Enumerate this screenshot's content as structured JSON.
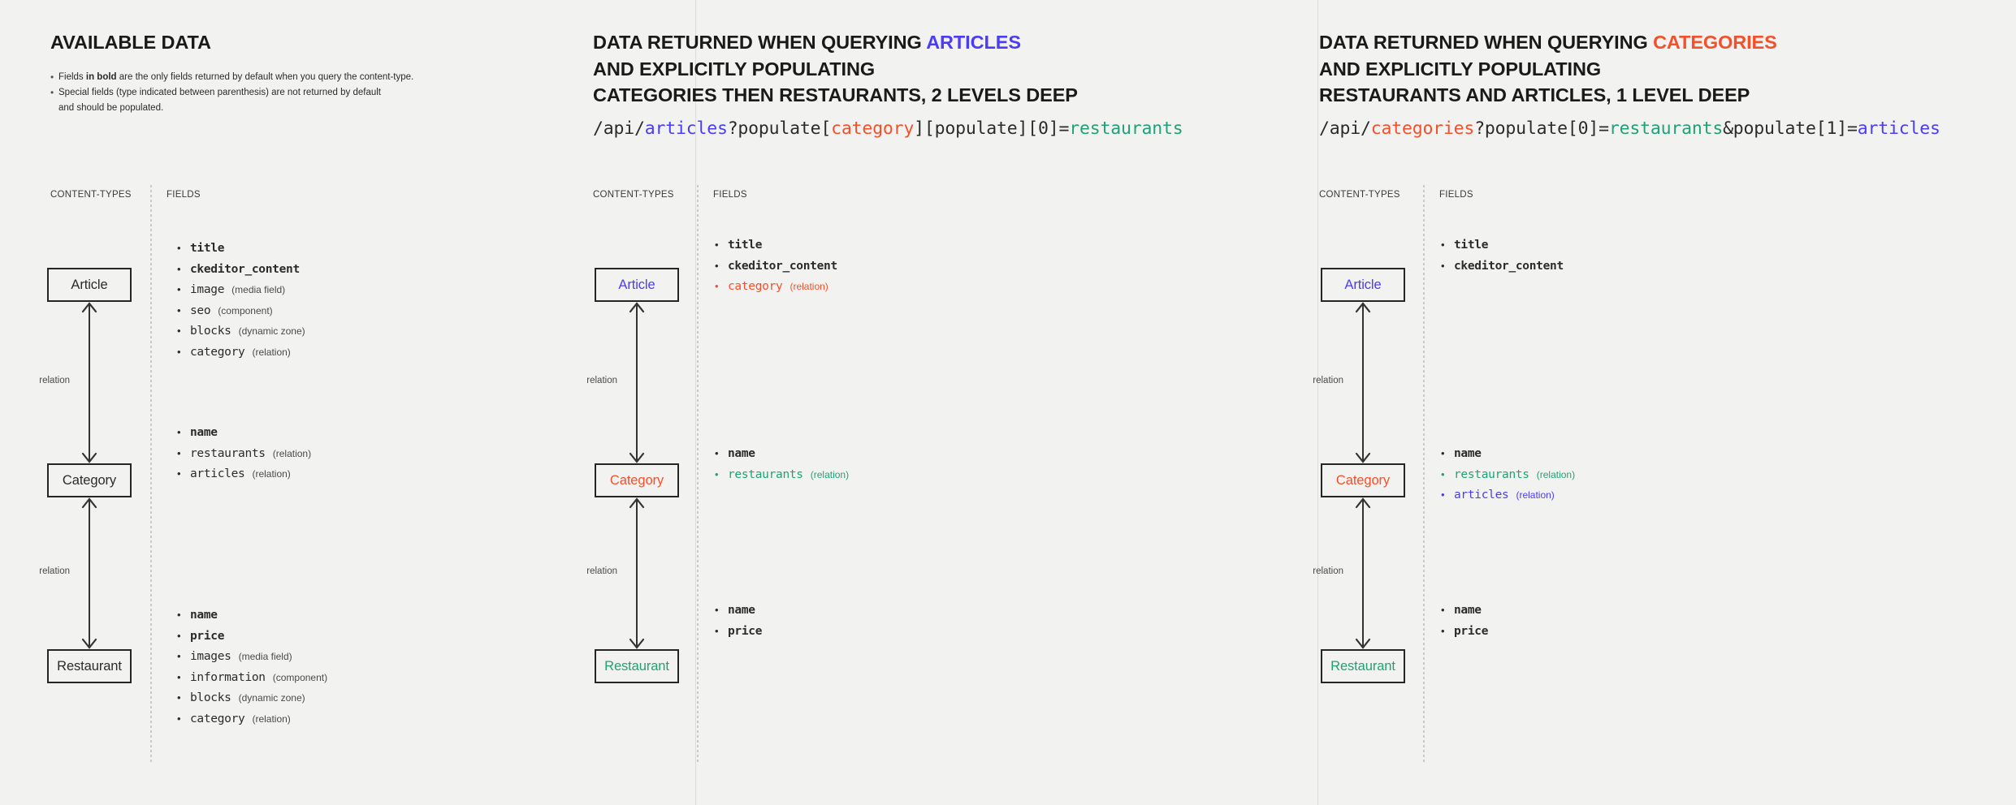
{
  "colors": {
    "background": "#f2f2f1",
    "text": "#2b2b2b",
    "articles_blue": "#4a3cf7",
    "categories_orange": "#f4502c",
    "restaurants_teal": "#21a179",
    "box_border": "#262626",
    "divider": "#c9c9c7"
  },
  "panels": [
    {
      "id": "available-data",
      "heading_lines": [
        [
          {
            "text": "AVAILABLE DATA",
            "color": "default"
          }
        ]
      ],
      "notes": [
        {
          "prefix": "Fields ",
          "bold": "in bold",
          "suffix": " are the only fields returned by default when you query the content-type."
        },
        {
          "prefix": "Special fields (type indicated between parenthesis) are not returned by default",
          "bold": "",
          "suffix": "",
          "continuation": "and should be populated."
        }
      ],
      "api_url": null,
      "col_labels": {
        "content_types": "CONTENT-TYPES",
        "fields": "FIELDS"
      },
      "nodes": [
        {
          "name": "Article",
          "color": "default",
          "fields": [
            {
              "name": "title",
              "type": "",
              "bold": true,
              "color": "default"
            },
            {
              "name": "ckeditor_content",
              "type": "",
              "bold": true,
              "color": "default"
            },
            {
              "name": "image",
              "type": "(media field)",
              "bold": false,
              "color": "default"
            },
            {
              "name": "seo",
              "type": "(component)",
              "bold": false,
              "color": "default"
            },
            {
              "name": "blocks",
              "type": "(dynamic zone)",
              "bold": false,
              "color": "default"
            },
            {
              "name": "category",
              "type": "(relation)",
              "bold": false,
              "color": "default"
            }
          ]
        },
        {
          "name": "Category",
          "color": "default",
          "fields": [
            {
              "name": "name",
              "type": "",
              "bold": true,
              "color": "default"
            },
            {
              "name": "restaurants",
              "type": "(relation)",
              "bold": false,
              "color": "default"
            },
            {
              "name": "articles",
              "type": "(relation)",
              "bold": false,
              "color": "default"
            }
          ]
        },
        {
          "name": "Restaurant",
          "color": "default",
          "fields": [
            {
              "name": "name",
              "type": "",
              "bold": true,
              "color": "default"
            },
            {
              "name": "price",
              "type": "",
              "bold": true,
              "color": "default"
            },
            {
              "name": "images",
              "type": "(media field)",
              "bold": false,
              "color": "default"
            },
            {
              "name": "information",
              "type": "(component)",
              "bold": false,
              "color": "default"
            },
            {
              "name": "blocks",
              "type": "(dynamic zone)",
              "bold": false,
              "color": "default"
            },
            {
              "name": "category",
              "type": "(relation)",
              "bold": false,
              "color": "default"
            }
          ]
        }
      ],
      "connector_labels": [
        "relation",
        "relation"
      ]
    },
    {
      "id": "query-articles",
      "heading_lines": [
        [
          {
            "text": "DATA RETURNED WHEN QUERYING ",
            "color": "default"
          },
          {
            "text": "ARTICLES",
            "color": "blue"
          }
        ],
        [
          {
            "text": "AND EXPLICITLY POPULATING",
            "color": "default"
          }
        ],
        [
          {
            "text": "CATEGORIES THEN RESTAURANTS, 2 LEVELS DEEP",
            "color": "default"
          }
        ]
      ],
      "notes": [],
      "api_url": [
        {
          "text": "/api/",
          "color": "default"
        },
        {
          "text": "articles",
          "color": "blue"
        },
        {
          "text": "?populate[",
          "color": "default"
        },
        {
          "text": "category",
          "color": "orange"
        },
        {
          "text": "][populate][0]=",
          "color": "default"
        },
        {
          "text": "restaurants",
          "color": "teal"
        }
      ],
      "col_labels": {
        "content_types": "CONTENT-TYPES",
        "fields": "FIELDS"
      },
      "nodes": [
        {
          "name": "Article",
          "color": "blue",
          "fields": [
            {
              "name": "title",
              "type": "",
              "bold": true,
              "color": "default"
            },
            {
              "name": "ckeditor_content",
              "type": "",
              "bold": true,
              "color": "default"
            },
            {
              "name": "category",
              "type": "(relation)",
              "bold": false,
              "color": "orange"
            }
          ]
        },
        {
          "name": "Category",
          "color": "orange",
          "fields": [
            {
              "name": "name",
              "type": "",
              "bold": true,
              "color": "default"
            },
            {
              "name": "restaurants",
              "type": "(relation)",
              "bold": false,
              "color": "teal"
            }
          ]
        },
        {
          "name": "Restaurant",
          "color": "teal",
          "fields": [
            {
              "name": "name",
              "type": "",
              "bold": true,
              "color": "default"
            },
            {
              "name": "price",
              "type": "",
              "bold": true,
              "color": "default"
            }
          ]
        }
      ],
      "connector_labels": [
        "relation",
        "relation"
      ]
    },
    {
      "id": "query-categories",
      "heading_lines": [
        [
          {
            "text": "DATA RETURNED WHEN QUERYING ",
            "color": "default"
          },
          {
            "text": "CATEGORIES",
            "color": "orange"
          }
        ],
        [
          {
            "text": "AND EXPLICITLY POPULATING",
            "color": "default"
          }
        ],
        [
          {
            "text": "RESTAURANTS AND ARTICLES, 1 LEVEL DEEP",
            "color": "default"
          }
        ]
      ],
      "notes": [],
      "api_url": [
        {
          "text": "/api/",
          "color": "default"
        },
        {
          "text": "categories",
          "color": "orange"
        },
        {
          "text": "?populate[0]=",
          "color": "default"
        },
        {
          "text": "restaurants",
          "color": "teal"
        },
        {
          "text": "&populate[1]=",
          "color": "default"
        },
        {
          "text": "articles",
          "color": "blue"
        }
      ],
      "col_labels": {
        "content_types": "CONTENT-TYPES",
        "fields": "FIELDS"
      },
      "nodes": [
        {
          "name": "Article",
          "color": "blue",
          "fields": [
            {
              "name": "title",
              "type": "",
              "bold": true,
              "color": "default"
            },
            {
              "name": "ckeditor_content",
              "type": "",
              "bold": true,
              "color": "default"
            }
          ]
        },
        {
          "name": "Category",
          "color": "orange",
          "fields": [
            {
              "name": "name",
              "type": "",
              "bold": true,
              "color": "default"
            },
            {
              "name": "restaurants",
              "type": "(relation)",
              "bold": false,
              "color": "teal"
            },
            {
              "name": "articles",
              "type": "(relation)",
              "bold": false,
              "color": "blue"
            }
          ]
        },
        {
          "name": "Restaurant",
          "color": "teal",
          "fields": [
            {
              "name": "name",
              "type": "",
              "bold": true,
              "color": "default"
            },
            {
              "name": "price",
              "type": "",
              "bold": true,
              "color": "default"
            }
          ]
        }
      ],
      "connector_labels": [
        "relation",
        "relation"
      ]
    }
  ]
}
